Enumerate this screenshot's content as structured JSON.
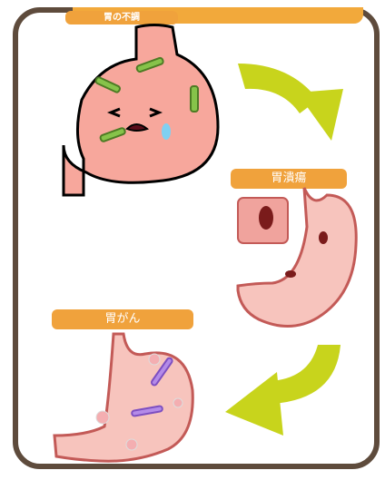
{
  "labels": {
    "stage_1": "胃の不調",
    "stage_2": "胃潰瘍",
    "stage_3": "胃がん"
  },
  "colors": {
    "border": "#5e4b3c",
    "label_bg": "#f0a23c",
    "arrow": "#c8d41c",
    "stomach_fill": "#f6a8a0",
    "stomach_outline": "#c35a57"
  }
}
